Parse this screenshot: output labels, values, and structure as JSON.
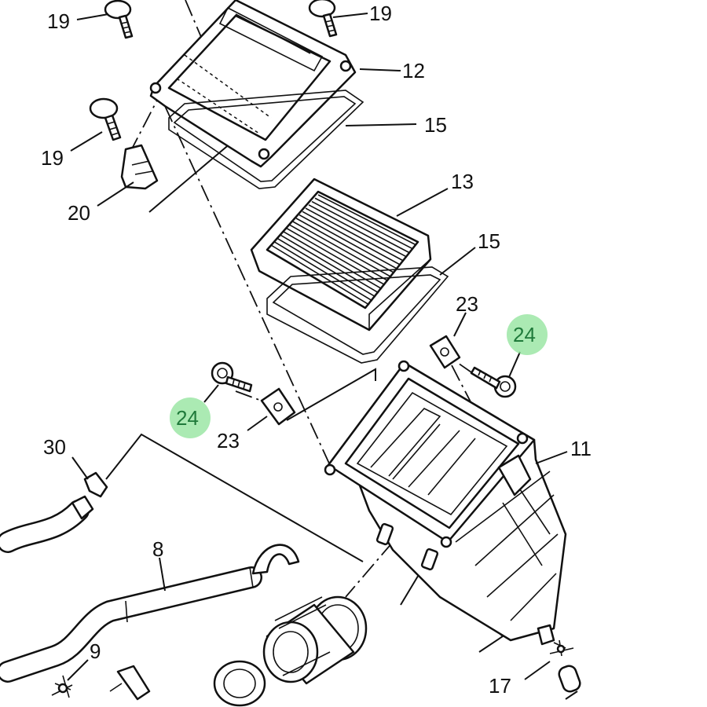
{
  "callouts": {
    "c19a": "19",
    "c19b": "19",
    "c19c": "19",
    "c12": "12",
    "c15a": "15",
    "c15b": "15",
    "c13": "13",
    "c20": "20",
    "c23a": "23",
    "c23b": "23",
    "c24a": "24",
    "c24b": "24",
    "c11": "11",
    "c30": "30",
    "c8": "8",
    "c9": "9",
    "c17": "17"
  },
  "highlight": {
    "part_number": "24",
    "color": "#8fe39a"
  },
  "colors": {
    "line": "#111111",
    "background": "#ffffff"
  }
}
